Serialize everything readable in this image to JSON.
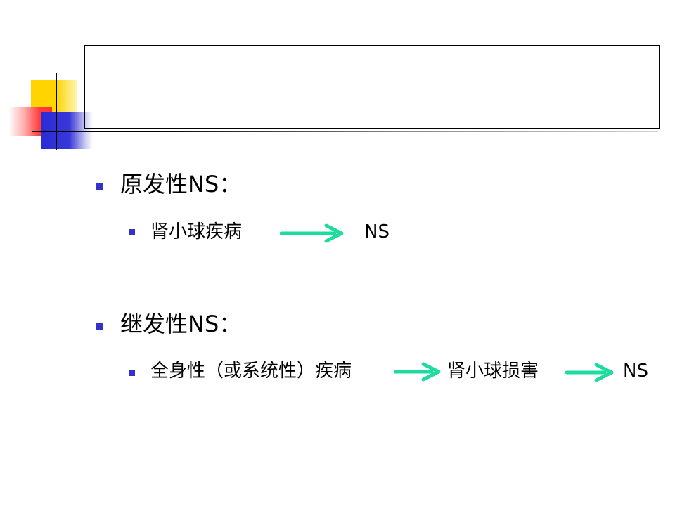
{
  "colors": {
    "bullet": "#3333cc",
    "arrow": "#1fdba0",
    "text": "#000000"
  },
  "decoration": {
    "logo_icon": "overlapping-squares-logo"
  },
  "title_box": {
    "text": ""
  },
  "sections": [
    {
      "heading": "原发性NS：",
      "items": [
        {
          "from": "肾小球疾病",
          "to": "NS"
        }
      ]
    },
    {
      "heading": "继发性NS：",
      "items": [
        {
          "from": "全身性（或系统性）疾病",
          "middle": "肾小球损害",
          "to": "NS"
        }
      ]
    }
  ]
}
